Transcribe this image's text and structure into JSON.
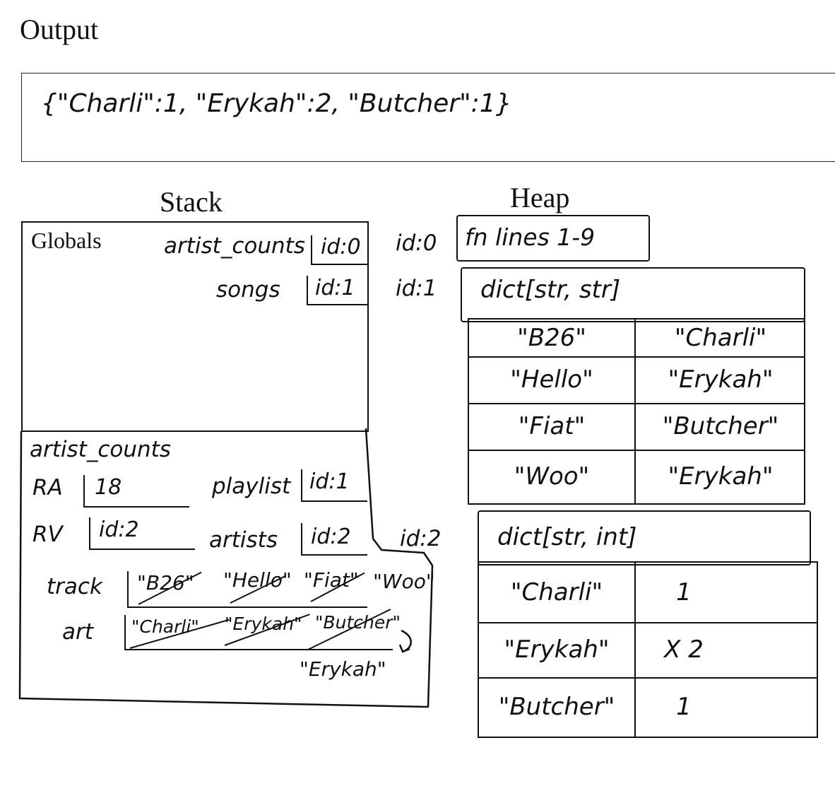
{
  "output": {
    "title": "Output",
    "text": "{\"Charli\":1, \"Erykah\":2, \"Butcher\":1}"
  },
  "stack": {
    "title": "Stack",
    "globals": {
      "label": "Globals",
      "vars": [
        {
          "name": "artist_counts",
          "value": "id:0"
        },
        {
          "name": "songs",
          "value": "id:1"
        }
      ]
    },
    "frame": {
      "label": "artist_counts",
      "ra": {
        "name": "RA",
        "value": "18"
      },
      "rv": {
        "name": "RV",
        "value": "id:2"
      },
      "playlist": {
        "name": "playlist",
        "value": "id:1"
      },
      "artists": {
        "name": "artists",
        "value": "id:2"
      },
      "track": {
        "name": "track",
        "values": [
          "\"B26\"",
          "\"Hello\"",
          "\"Fiat\"",
          "\"Woo\""
        ]
      },
      "art": {
        "name": "art",
        "values": [
          "\"Charli\"",
          "\"Erykah\"",
          "\"Butcher\"",
          "\"Erykah\""
        ]
      }
    }
  },
  "heap": {
    "title": "Heap",
    "objects": [
      {
        "id": "id:0",
        "label": "fn lines 1-9"
      },
      {
        "id": "id:1",
        "type": "dict[str, str]",
        "rows": [
          [
            "\"B26\"",
            "\"Charli\""
          ],
          [
            "\"Hello\"",
            "\"Erykah\""
          ],
          [
            "\"Fiat\"",
            "\"Butcher\""
          ],
          [
            "\"Woo\"",
            "\"Erykah\""
          ]
        ]
      },
      {
        "id": "id:2",
        "type": "dict[str, int]",
        "rows": [
          [
            "\"Charli\"",
            "1"
          ],
          [
            "\"Erykah\"",
            "X 2"
          ],
          [
            "\"Butcher\"",
            "1"
          ]
        ]
      }
    ]
  }
}
